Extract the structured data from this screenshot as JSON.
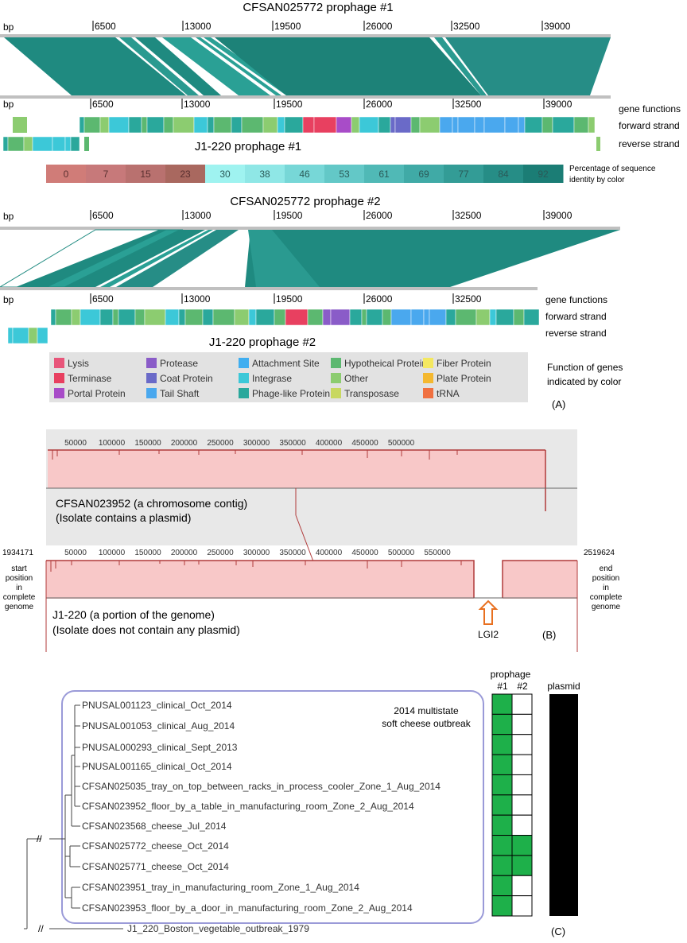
{
  "panelA": {
    "prophage1_top_title": "CFSAN025772 prophage #1",
    "prophage1_bottom_title": "J1-220 prophage #1",
    "prophage2_top_title": "CFSAN025772 prophage #2",
    "prophage2_bottom_title": "J1-220 prophage #2",
    "bp_label": "bp",
    "ticks": [
      "6500",
      "13000",
      "19500",
      "26000",
      "32500",
      "39000"
    ],
    "track_labels": [
      "gene functions",
      "forward strand",
      "reverse strand"
    ],
    "identity_scale": {
      "values": [
        "0",
        "7",
        "15",
        "23",
        "30",
        "38",
        "46",
        "53",
        "61",
        "69",
        "77",
        "84",
        "92"
      ],
      "colors": [
        "#d07c78",
        "#c7797a",
        "#b9716f",
        "#a9685f",
        "#9ff3f0",
        "#8fe7e6",
        "#77d7d7",
        "#63c8c7",
        "#50b9b6",
        "#40aaa6",
        "#339c96",
        "#268d86",
        "#1b7d75"
      ],
      "label_line1": "Percentage of sequence",
      "label_line2": "identity by color"
    },
    "legend": {
      "items": [
        {
          "label": "Lysis",
          "color": "#e8557a"
        },
        {
          "label": "Terminase",
          "color": "#e84060"
        },
        {
          "label": "Portal Protein",
          "color": "#a84cc8"
        },
        {
          "label": "Protease",
          "color": "#8a5cc8"
        },
        {
          "label": "Coat Protein",
          "color": "#6a6ac8"
        },
        {
          "label": "Tail Shaft",
          "color": "#4aa8ee"
        },
        {
          "label": "Attachment Site",
          "color": "#40aef0"
        },
        {
          "label": "Integrase",
          "color": "#3cc8d8"
        },
        {
          "label": "Phage-like Protein",
          "color": "#2aa89c"
        },
        {
          "label": "Hypotheical Protein",
          "color": "#5cb870"
        },
        {
          "label": "Other",
          "color": "#8ccc70"
        },
        {
          "label": "Transposase",
          "color": "#c8d860"
        },
        {
          "label": "Fiber Protein",
          "color": "#f4e860"
        },
        {
          "label": "Plate Protein",
          "color": "#f4b830"
        },
        {
          "label": "tRNA",
          "color": "#f07040"
        }
      ],
      "caption_line1": "Function of genes",
      "caption_line2": "indicated by color"
    },
    "panel_label": "(A)"
  },
  "panelB": {
    "ticks": [
      "50000",
      "100000",
      "150000",
      "200000",
      "250000",
      "300000",
      "350000",
      "400000",
      "450000",
      "500000",
      "550000"
    ],
    "contig_line1": "CFSAN023952 (a chromosome contig)",
    "contig_line2": "(Isolate contains a plasmid)",
    "genome_line1": "J1-220 (a portion of the genome)",
    "genome_line2": "(Isolate does not contain any plasmid)",
    "start_value": "1934171",
    "end_value": "2519624",
    "start_caption": [
      "start",
      "position",
      "in",
      "complete",
      "genome"
    ],
    "end_caption": [
      "end",
      "position",
      "in",
      "complete",
      "genome"
    ],
    "arrow_label": "LGI2",
    "panel_label": "(B)"
  },
  "panelC": {
    "outbreak_line1": "2014 multistate",
    "outbreak_line2": "soft cheese outbreak",
    "header_prophage": "prophage",
    "header_p1": "#1",
    "header_p2": "#2",
    "header_plasmid": "plasmid",
    "taxa": [
      {
        "name": "PNUSAL001123_clinical_Oct_2014",
        "p1": true,
        "p2": false
      },
      {
        "name": "PNUSAL001053_clinical_Aug_2014",
        "p1": true,
        "p2": false
      },
      {
        "name": "PNUSAL000293_clinical_Sept_2013",
        "p1": true,
        "p2": false
      },
      {
        "name": "PNUSAL001165_clinical_Oct_2014",
        "p1": true,
        "p2": false
      },
      {
        "name": "CFSAN025035_tray_on_top_between_racks_in_process_cooler_Zone_1_Aug_2014",
        "p1": true,
        "p2": false
      },
      {
        "name": "CFSAN023952_floor_by_a_table_in_manufacturing_room_Zone_2_Aug_2014",
        "p1": true,
        "p2": false
      },
      {
        "name": "CFSAN023568_cheese_Jul_2014",
        "p1": true,
        "p2": false
      },
      {
        "name": "CFSAN025772_cheese_Oct_2014",
        "p1": true,
        "p2": true
      },
      {
        "name": "CFSAN025771_cheese_Oct_2014",
        "p1": true,
        "p2": true
      },
      {
        "name": "CFSAN023951_tray_in_manufacturing_room_Zone_1_Aug_2014",
        "p1": true,
        "p2": false
      },
      {
        "name": "CFSAN023953_floor_by_a_door_in_manufacturing_room_Zone_2_Aug_2014",
        "p1": true,
        "p2": false
      }
    ],
    "outgroup": "J1_220_Boston_vegetable_outbreak_1979",
    "break_mark": "//",
    "panel_label": "(C)"
  }
}
